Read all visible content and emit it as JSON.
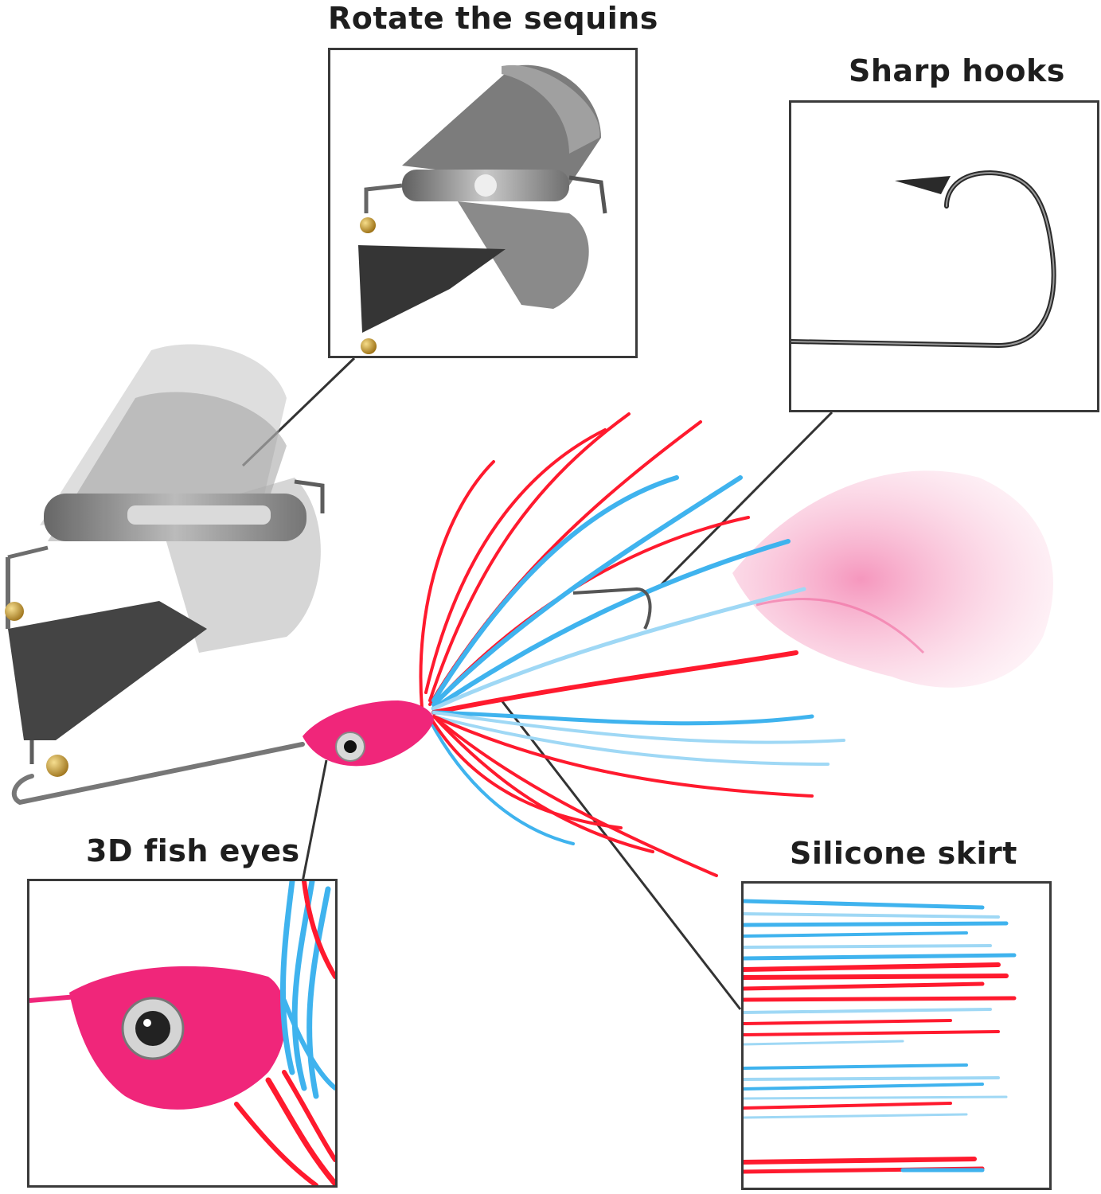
{
  "callouts": {
    "sequins": "Rotate the sequins",
    "hooks": "Sharp hooks",
    "eyes": "3D fish eyes",
    "skirt": "Silicone skirt"
  },
  "colors": {
    "skirt_red": "#ff1a2e",
    "skirt_blue": "#3fb3ee",
    "skirt_light_blue": "#9fd8f5",
    "head_pink": "#f0267a",
    "tail_pink": "#f7a8c8",
    "blade_gray": "#8a8a8a",
    "bead_gold": "#c89a2a",
    "line": "#333333"
  }
}
